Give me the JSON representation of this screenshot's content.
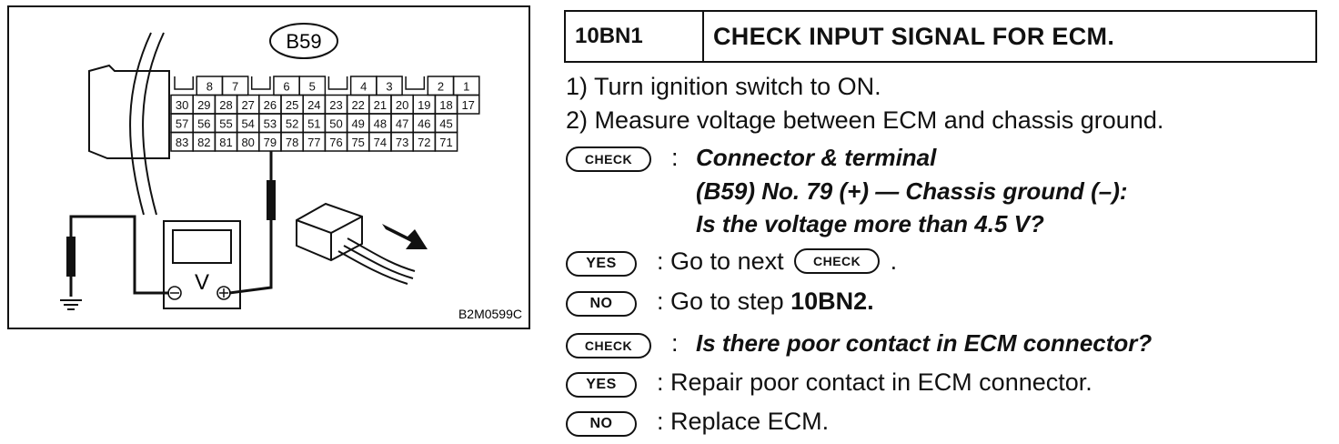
{
  "figure": {
    "connector_label": "B59",
    "figure_code": "B2M0599C",
    "meter_symbol": "V",
    "pin_rows": [
      [
        "",
        "8",
        "7",
        "",
        "6",
        "5",
        "",
        "4",
        "3",
        "",
        "2",
        "1"
      ],
      [
        "30",
        "29",
        "28",
        "27",
        "26",
        "25",
        "24",
        "23",
        "22",
        "21",
        "20",
        "19",
        "18",
        "17"
      ],
      [
        "57",
        "56",
        "55",
        "54",
        "53",
        "52",
        "51",
        "50",
        "49",
        "48",
        "47",
        "46",
        "45",
        ""
      ],
      [
        "83",
        "82",
        "81",
        "80",
        "79",
        "78",
        "77",
        "76",
        "75",
        "74",
        "73",
        "72",
        "71",
        ""
      ]
    ]
  },
  "step": {
    "code": "10BN1",
    "title": "CHECK INPUT SIGNAL FOR ECM.",
    "instructions": [
      "1)  Turn ignition switch to ON.",
      "2)  Measure voltage between ECM and chassis ground."
    ]
  },
  "badges": {
    "check": "CHECK",
    "yes": "YES",
    "no": "NO"
  },
  "check1": {
    "line1": "Connector & terminal",
    "line2": "(B59) No. 79 (+) — Chassis ground (–):",
    "line3": "Is the voltage more than 4.5 V?"
  },
  "yes1": {
    "text_before": "Go to next",
    "text_after": "."
  },
  "no1": {
    "text": "Go to step",
    "target": "10BN2",
    "suffix": "."
  },
  "check2": {
    "text": "Is there poor contact in ECM connector?"
  },
  "yes2": {
    "text": "Repair poor contact in ECM connector."
  },
  "no2": {
    "text": "Replace ECM."
  },
  "colon": ":"
}
